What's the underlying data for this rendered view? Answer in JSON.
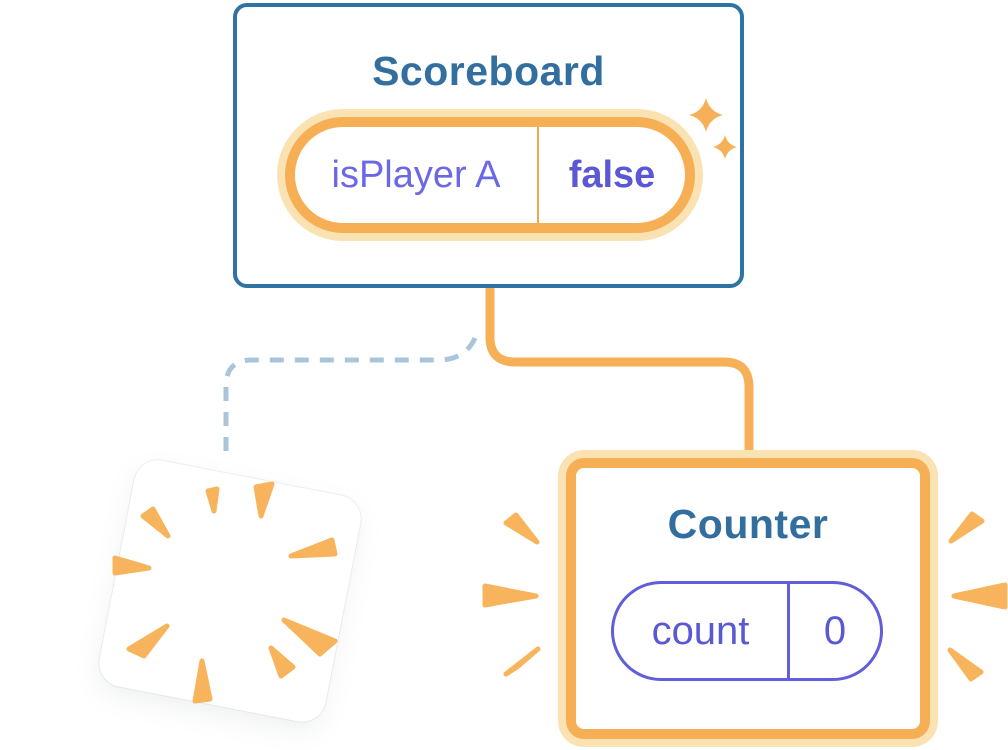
{
  "scoreboard": {
    "title": "Scoreboard",
    "state": {
      "name": "isPlayer A",
      "value": "false"
    }
  },
  "counter": {
    "title": "Counter",
    "state": {
      "name": "count",
      "value": "0"
    }
  },
  "icons": {
    "sparkles": "sparkle-icon",
    "destroyed_burst": "poof-burst-icon",
    "appear_burst": "appear-burst-icon"
  },
  "colors": {
    "card_border_blue": "#2E73A1",
    "title_blue": "#336F9E",
    "accent_orange": "#F6B158",
    "accent_orange_border": "#F6AF55",
    "accent_cream": "#FBE2B3",
    "burst_orange": "#F7B45C",
    "state_purple": "#6B68E6",
    "state_purple_bold": "#5B58D6",
    "counter_purple": "#5959D1",
    "dashed_line_blue": "#AAC5DA",
    "background": "#FFFFFF"
  }
}
